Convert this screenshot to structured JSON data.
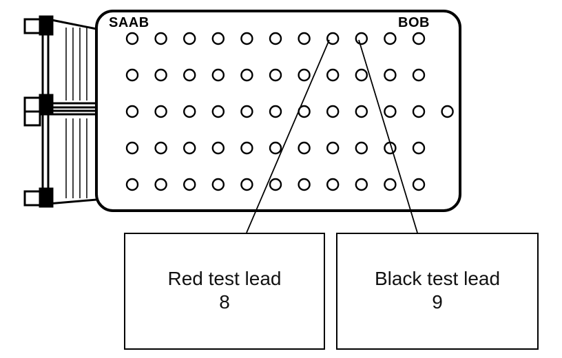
{
  "board": {
    "left_label": "SAAB",
    "right_label": "BOB",
    "pin_rows": [
      11,
      11,
      12,
      11,
      11
    ]
  },
  "callouts": [
    {
      "label": "Red test lead",
      "pin": "8"
    },
    {
      "label": "Black test lead",
      "pin": "9"
    }
  ]
}
